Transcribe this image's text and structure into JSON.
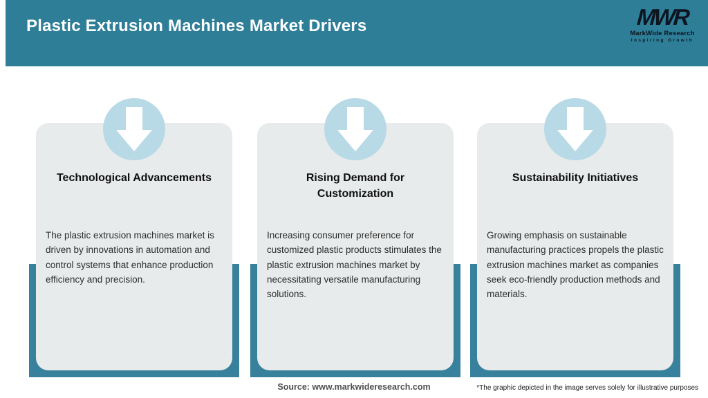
{
  "header": {
    "title": "Plastic Extrusion Machines Market Drivers",
    "logo": {
      "monogram": "MWR",
      "name": "MarkWide Research",
      "tagline": "Inspiring Growth"
    }
  },
  "cards": [
    {
      "title": "Technological Advancements",
      "body": "The plastic extrusion machines market is driven by innovations in automation and control systems that enhance production efficiency and precision."
    },
    {
      "title": "Rising Demand for\nCustomization",
      "body": "Increasing consumer preference for customized plastic products stimulates the plastic extrusion machines market by necessitating versatile manufacturing solutions."
    },
    {
      "title": "Sustainability Initiatives",
      "body": "Growing emphasis on sustainable manufacturing practices propels the plastic extrusion machines market as companies seek eco-friendly production methods and materials."
    }
  ],
  "footer": {
    "source": "Source: www.markwideresearch.com",
    "disclaimer": "*The graphic depicted in the image serves solely for illustrative purposes"
  },
  "colors": {
    "header_teal": "#2E7E98",
    "band_teal": "#37819C",
    "card_gray": "#E8EBEB",
    "circle_blue": "#B8D9E6",
    "arrow_white": "#FFFFFF",
    "logo_ink": "#0D1520"
  }
}
